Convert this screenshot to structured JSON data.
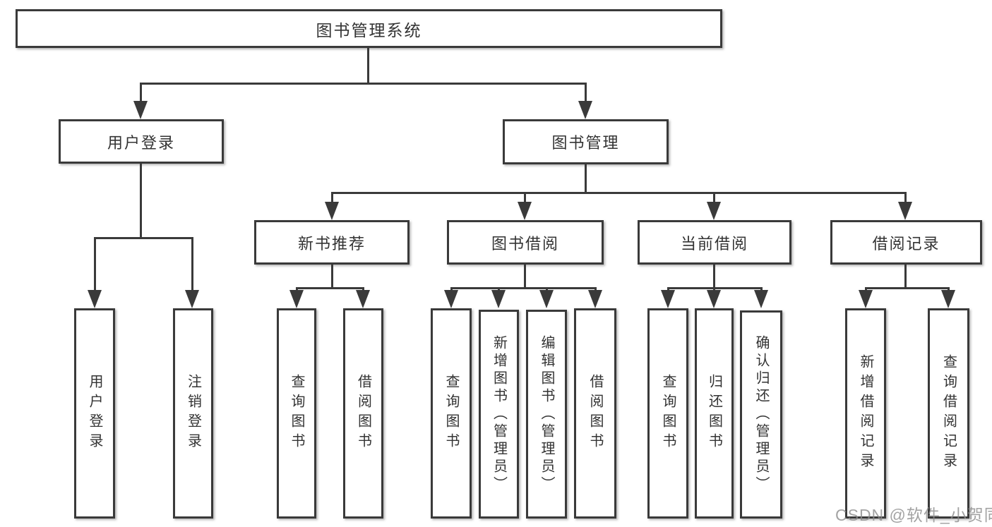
{
  "diagram": {
    "type": "hierarchy-tree",
    "root": {
      "label": "图书管理系统"
    },
    "level2": [
      {
        "id": "user-login",
        "label": "用户登录"
      },
      {
        "id": "book-mgmt",
        "label": "图书管理"
      }
    ],
    "level3": [
      {
        "id": "new-book-rec",
        "label": "新书推荐",
        "parent": "book-mgmt"
      },
      {
        "id": "book-borrow",
        "label": "图书借阅",
        "parent": "book-mgmt"
      },
      {
        "id": "current-borrow",
        "label": "当前借阅",
        "parent": "book-mgmt"
      },
      {
        "id": "borrow-record",
        "label": "借阅记录",
        "parent": "book-mgmt"
      }
    ],
    "leaves": [
      {
        "id": "leaf-user-login",
        "label": "用户登录",
        "parent": "user-login"
      },
      {
        "id": "leaf-logout",
        "label": "注销登录",
        "parent": "user-login"
      },
      {
        "id": "leaf-query-book-1",
        "label": "查询图书",
        "parent": "new-book-rec"
      },
      {
        "id": "leaf-borrow-book-1",
        "label": "借阅图书",
        "parent": "new-book-rec"
      },
      {
        "id": "leaf-query-book-2",
        "label": "查询图书",
        "parent": "book-borrow"
      },
      {
        "id": "leaf-add-book",
        "label": "新增图书（管理员）",
        "parent": "book-borrow"
      },
      {
        "id": "leaf-edit-book",
        "label": "编辑图书（管理员）",
        "parent": "book-borrow"
      },
      {
        "id": "leaf-borrow-book-2",
        "label": "借阅图书",
        "parent": "book-borrow"
      },
      {
        "id": "leaf-query-book-3",
        "label": "查询图书",
        "parent": "current-borrow"
      },
      {
        "id": "leaf-return-book",
        "label": "归还图书",
        "parent": "current-borrow"
      },
      {
        "id": "leaf-confirm-return",
        "label": "确认归还（管理员）",
        "parent": "current-borrow"
      },
      {
        "id": "leaf-add-borrow-record",
        "label": "新增借阅记录",
        "parent": "borrow-record"
      },
      {
        "id": "leaf-query-borrow-record",
        "label": "查询借阅记录",
        "parent": "borrow-record"
      }
    ]
  },
  "nodes": {
    "root": "图书管理系统",
    "user_login": "用户登录",
    "book_mgmt": "图书管理",
    "new_book_rec": "新书推荐",
    "book_borrow": "图书借阅",
    "current_borrow": "当前借阅",
    "borrow_record": "借阅记录",
    "leaf_user_login": "用户登录",
    "leaf_logout": "注销登录",
    "leaf_query_book_1": "查询图书",
    "leaf_borrow_book_1": "借阅图书",
    "leaf_query_book_2": "查询图书",
    "leaf_add_book": "新增图书（管理员）",
    "leaf_edit_book": "编辑图书（管理员）",
    "leaf_borrow_book_2": "借阅图书",
    "leaf_query_book_3": "查询图书",
    "leaf_return_book": "归还图书",
    "leaf_confirm_return": "确认归还（管理员）",
    "leaf_add_borrow_record": "新增借阅记录",
    "leaf_query_borrow_record": "查询借阅记录"
  },
  "watermark": "CSDN @软件_小贺同学",
  "colors": {
    "line": "#3a3a3a",
    "text": "#333333",
    "watermark": "#8c8c8c",
    "background": "#ffffff"
  }
}
